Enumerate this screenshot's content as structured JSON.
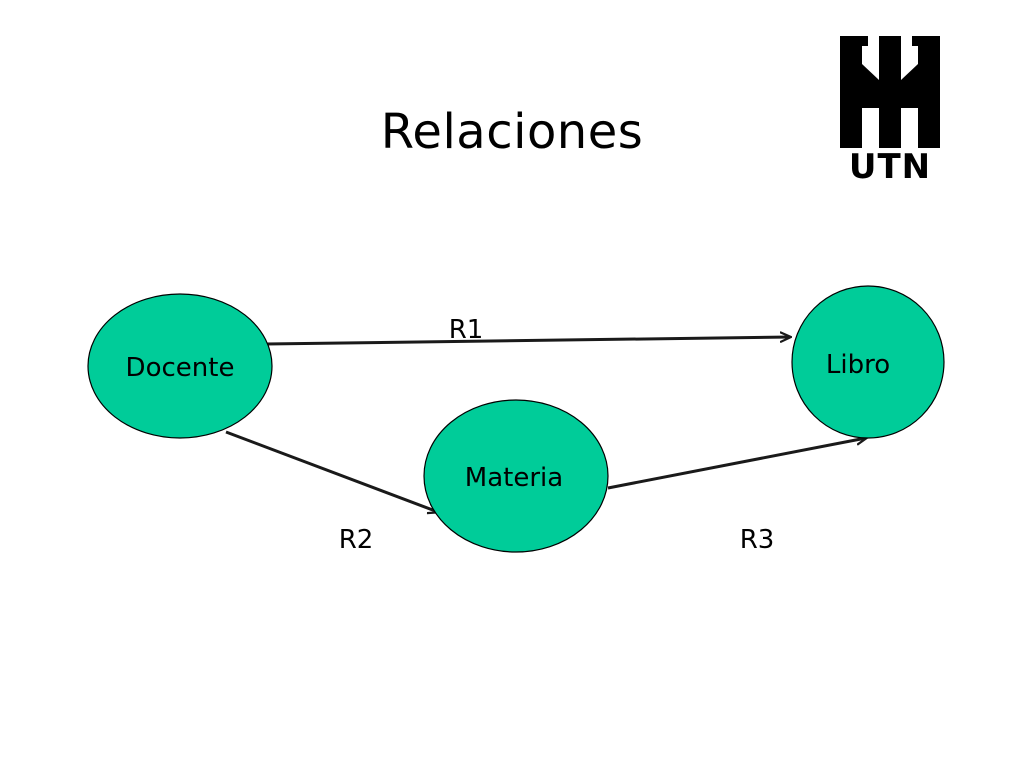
{
  "slide": {
    "title": "Relaciones"
  },
  "logo": {
    "text": "UTN",
    "icon": "utn-emblem-icon"
  },
  "colors": {
    "node_fill": "#00cc99",
    "stroke": "#000000",
    "edge": "#1a1a1a"
  },
  "diagram": {
    "nodes": [
      {
        "id": "docente",
        "label": "Docente"
      },
      {
        "id": "materia",
        "label": "Materia"
      },
      {
        "id": "libro",
        "label": "Libro"
      }
    ],
    "edges": [
      {
        "id": "r1",
        "from": "docente",
        "to": "libro",
        "label": "R1"
      },
      {
        "id": "r2",
        "from": "docente",
        "to": "materia",
        "label": "R2"
      },
      {
        "id": "r3",
        "from": "materia",
        "to": "libro",
        "label": "R3"
      }
    ]
  }
}
